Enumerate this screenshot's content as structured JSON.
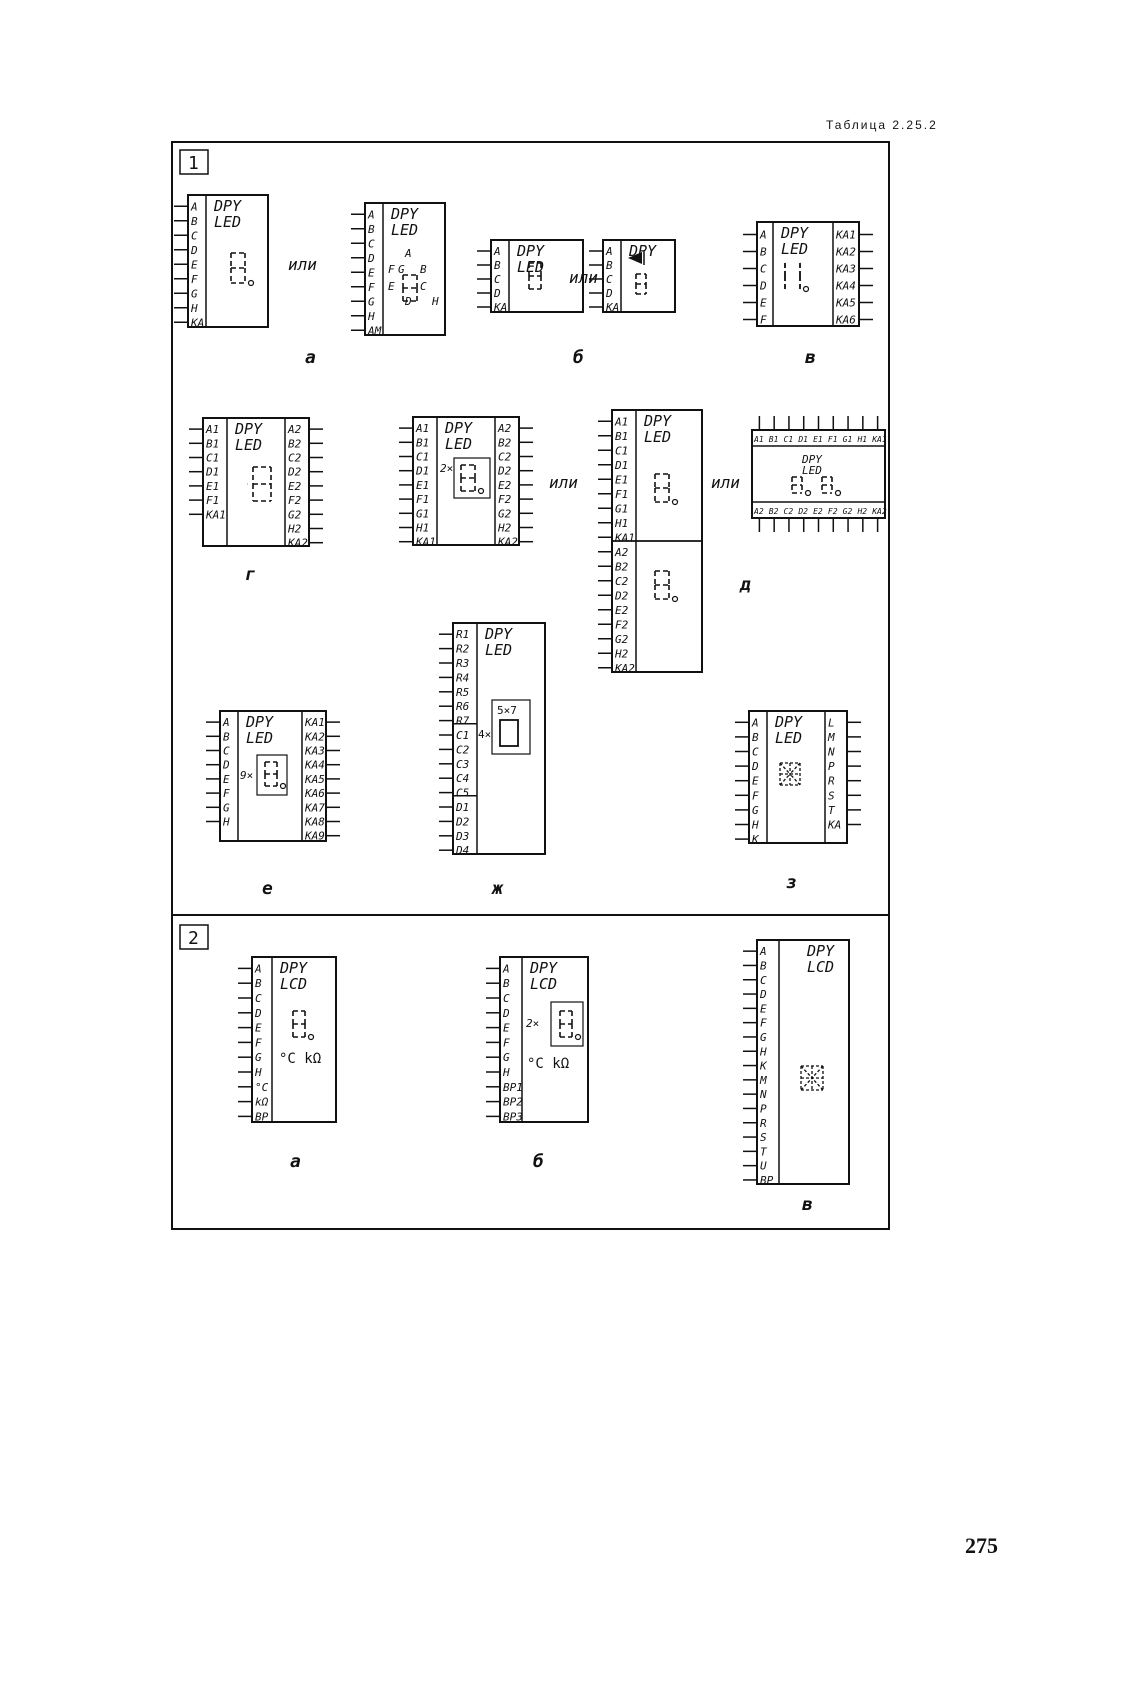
{
  "caption": "Таблица 2.25.2",
  "page_number": "275",
  "sections": [
    {
      "number": "1",
      "groups": [
        {
          "letter": "а",
          "connector": "или",
          "symbols": [
            {
              "title": [
                "DPY",
                "LED"
              ],
              "left": [
                "A",
                "B",
                "C",
                "D",
                "E",
                "F",
                "G",
                "H",
                "KA"
              ],
              "right": [],
              "indicator": "8."
            },
            {
              "title": [
                "DPY",
                "LED"
              ],
              "left": [
                "A",
                "B",
                "C",
                "D",
                "E",
                "F",
                "G",
                "H",
                "AM"
              ],
              "right": [],
              "indicator": "segments",
              "segment_labels": [
                "A",
                "F",
                "G",
                "B",
                "E",
                "C",
                "D",
                "H"
              ]
            }
          ]
        },
        {
          "letter": "б",
          "connector": "или",
          "symbols": [
            {
              "title": [
                "DPY",
                "LED"
              ],
              "left": [
                "A",
                "B",
                "C",
                "D",
                "KA"
              ],
              "right": [],
              "indicator": "+"
            },
            {
              "title": [
                "DPY"
              ],
              "left": [
                "A",
                "B",
                "C",
                "D",
                "KA"
              ],
              "right": [],
              "indicator": "+ diode"
            }
          ]
        },
        {
          "letter": "в",
          "connector": "",
          "symbols": [
            {
              "title": [
                "DPY",
                "LED"
              ],
              "left": [
                "A",
                "B",
                "C",
                "D",
                "E",
                "F"
              ],
              "right": [
                "KA1",
                "KA2",
                "KA3",
                "KA4",
                "KA5",
                "KA6"
              ],
              "indicator": "1 1."
            }
          ]
        },
        {
          "letter": "г",
          "connector": "",
          "symbols": [
            {
              "title": [
                "DPY",
                "LED"
              ],
              "left": [
                "A1",
                "B1",
                "C1",
                "D1",
                "E1",
                "F1",
                "KA1"
              ],
              "right": [
                "A2",
                "B2",
                "C2",
                "D2",
                "E2",
                "F2",
                "G2",
                "H2",
                "KA2"
              ],
              "indicator": "±8."
            }
          ]
        },
        {
          "letter": "д",
          "connector": "или",
          "symbols": [
            {
              "title": [
                "DPY",
                "LED"
              ],
              "left": [
                "A1",
                "B1",
                "C1",
                "D1",
                "E1",
                "F1",
                "G1",
                "H1",
                "KA1"
              ],
              "right": [
                "A2",
                "B2",
                "C2",
                "D2",
                "E2",
                "F2",
                "G2",
                "H2",
                "KA2"
              ],
              "indicator": "2×8."
            },
            {
              "title": [
                "DPY",
                "LED"
              ],
              "left": [
                "A1",
                "B1",
                "C1",
                "D1",
                "E1",
                "F1",
                "G1",
                "H1",
                "KA1",
                "A2",
                "B2",
                "C2",
                "D2",
                "E2",
                "F2",
                "G2",
                "H2",
                "KA2"
              ],
              "right": [],
              "indicator": "8. 8."
            },
            {
              "title": [
                "DPY",
                "LED"
              ],
              "top": [
                "A1",
                "B1",
                "C1",
                "D1",
                "E1",
                "F1",
                "G1",
                "H1",
                "KA1"
              ],
              "bottom": [
                "A2",
                "B2",
                "C2",
                "D2",
                "E2",
                "F2",
                "G2",
                "H2",
                "KA2"
              ],
              "indicator": "8. 8."
            }
          ]
        },
        {
          "letter": "е",
          "connector": "",
          "symbols": [
            {
              "title": [
                "DPY",
                "LED"
              ],
              "left": [
                "A",
                "B",
                "C",
                "D",
                "E",
                "F",
                "G",
                "H"
              ],
              "right": [
                "KA1",
                "KA2",
                "KA3",
                "KA4",
                "KA5",
                "KA6",
                "KA7",
                "KA8",
                "KA9"
              ],
              "indicator": "9×8."
            }
          ]
        },
        {
          "letter": "ж",
          "connector": "",
          "symbols": [
            {
              "title": [
                "DPY",
                "LED"
              ],
              "left": [
                "R1",
                "R2",
                "R3",
                "R4",
                "R5",
                "R6",
                "R7",
                "C1",
                "C2",
                "C3",
                "C4",
                "C5",
                "D1",
                "D2",
                "D3",
                "D4"
              ],
              "right": [],
              "indicator": "4×5×7",
              "matrix_label": "5×7",
              "matrix_count": "4×"
            }
          ]
        },
        {
          "letter": "з",
          "connector": "",
          "symbols": [
            {
              "title": [
                "DPY",
                "LED"
              ],
              "left": [
                "A",
                "B",
                "C",
                "D",
                "E",
                "F",
                "G",
                "H",
                "K"
              ],
              "right": [
                "L",
                "M",
                "N",
                "P",
                "R",
                "S",
                "T",
                "KA"
              ],
              "indicator": "16seg"
            }
          ]
        }
      ]
    },
    {
      "number": "2",
      "groups": [
        {
          "letter": "а",
          "connector": "",
          "symbols": [
            {
              "title": [
                "DPY",
                "LCD"
              ],
              "left": [
                "A",
                "B",
                "C",
                "D",
                "E",
                "F",
                "G",
                "H",
                "°C",
                "kΩ",
                "BP"
              ],
              "right": [],
              "indicator": "8.",
              "units": "°C kΩ"
            }
          ]
        },
        {
          "letter": "б",
          "connector": "",
          "symbols": [
            {
              "title": [
                "DPY",
                "LCD"
              ],
              "left": [
                "A",
                "B",
                "C",
                "D",
                "E",
                "F",
                "G",
                "H",
                "BP1",
                "BP2",
                "BP3"
              ],
              "right": [],
              "indicator": "2×8.",
              "units": "°C kΩ"
            }
          ]
        },
        {
          "letter": "в",
          "connector": "",
          "symbols": [
            {
              "title": [
                "DPY",
                "LCD"
              ],
              "left": [
                "A",
                "B",
                "C",
                "D",
                "E",
                "F",
                "G",
                "H",
                "K",
                "M",
                "N",
                "P",
                "R",
                "S",
                "T",
                "U",
                "BP"
              ],
              "right": [],
              "indicator": "16seg"
            }
          ]
        }
      ]
    }
  ]
}
